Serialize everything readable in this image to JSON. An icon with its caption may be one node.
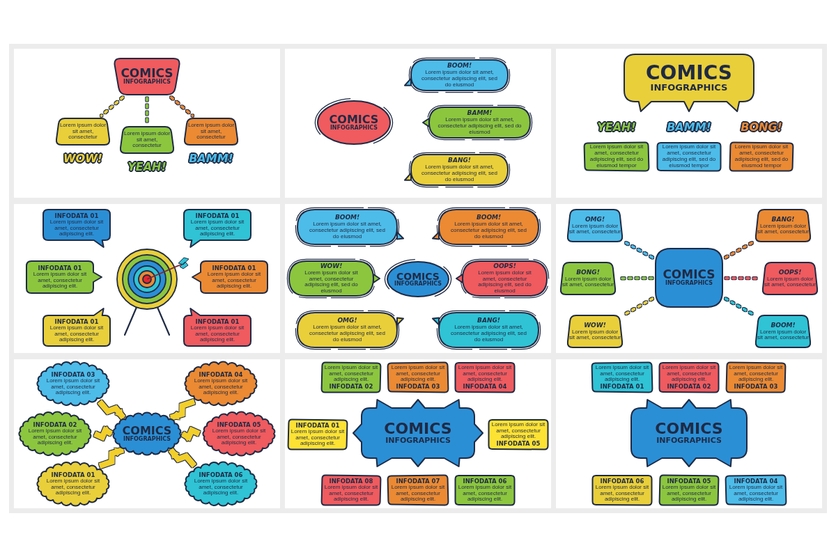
{
  "diagram": {
    "nodes": [
      {
        "text": [],
        "shape": "box"
      },
      {
        "text": [
          "COMICS",
          "INFOGRAPHICS"
        ],
        "in": 0
      },
      {
        "text": [
          "Lorem ipsum dolor sit amet, consectetur"
        ],
        "in": 0,
        "beside": [
          "WOW!"
        ]
      },
      {
        "text": [
          "Lorem ipsum dolor sit amet, consectetur"
        ],
        "in": 0,
        "beside": [
          "YEAH!"
        ]
      },
      {
        "text": [
          "Lorem ipsum dolor sit amet, consectetur"
        ],
        "in": 0,
        "beside": [
          "BAMM!"
        ]
      },
      {
        "text": [],
        "shape": "box"
      },
      {
        "text": [
          "BOOM!",
          "Lorem ipsum dolor sit amet, consectetur adipiscing elit, sed do eiusmod"
        ],
        "in": 5
      },
      {
        "text": [
          "COMICS",
          "INFOGRAPHICS"
        ],
        "in": 5
      },
      {
        "text": [
          "BAMM!",
          "Lorem ipsum dolor sit amet, consectetur adipiscing elit, sed do eiusmod"
        ],
        "in": 5
      },
      {
        "text": [
          "BANG!",
          "Lorem ipsum dolor sit amet, consectetur adipiscing elit, sed do eiusmod"
        ],
        "in": 5
      },
      {
        "text": [],
        "shape": "box"
      },
      {
        "text": [
          "COMICS",
          "INFOGRAPHICS"
        ],
        "in": 10
      },
      {
        "text": [
          "Lorem ipsum dolor sit amet, consectetur adipiscing elit, sed do eiusmod tempor"
        ],
        "in": 10,
        "beside": [
          "YEAH!"
        ]
      },
      {
        "text": [
          "Lorem ipsum dolor sit amet, consectetur adipiscing elit, sed do eiusmod tempor"
        ],
        "in": 10,
        "beside": [
          "BAMM!"
        ]
      },
      {
        "text": [
          "Lorem ipsum dolor sit amet, consectetur adipiscing elit, sed do eiusmod tempor"
        ],
        "in": 10,
        "beside": [
          "BONG!"
        ]
      },
      {
        "text": [],
        "shape": "box"
      },
      {
        "text": [
          "INFODATA 01",
          "Lorem ipsum dolor sit amet, consectetur adipiscing elit."
        ],
        "in": 15
      },
      {
        "text": [
          "INFODATA 01",
          "Lorem ipsum dolor sit amet, consectetur adipiscing elit."
        ],
        "in": 15
      },
      {
        "text": [
          "INFODATA 01",
          "Lorem ipsum dolor sit amet, consectetur adipiscing elit."
        ],
        "in": 15
      },
      {
        "text": [
          "INFODATA 01",
          "Lorem ipsum dolor sit amet, consectetur adipiscing elit."
        ],
        "in": 15
      },
      {
        "text": [
          "INFODATA 01",
          "Lorem ipsum dolor sit amet, consectetur adipiscing elit."
        ],
        "in": 15
      },
      {
        "text": [
          "INFODATA 01",
          "Lorem ipsum dolor sit amet, consectetur adipiscing elit."
        ],
        "in": 15
      },
      {
        "text": [],
        "shape": "box"
      },
      {
        "text": [
          "BOOM!",
          "Lorem ipsum dolor sit amet, consectetur adipiscing elit, sed do eiusmod"
        ],
        "in": 22
      },
      {
        "text": [
          "BOOM!",
          "Lorem ipsum dolor sit amet, consectetur adipiscing elit, sed do eiusmod"
        ],
        "in": 22
      },
      {
        "text": [
          "WOW!",
          "Lorem ipsum dolor sit amet, consectetur adipiscing elit, sed do eiusmod"
        ],
        "in": 22
      },
      {
        "text": [
          "COMICS",
          "INFOGRAPHICS"
        ],
        "in": 22
      },
      {
        "text": [
          "OOPS!",
          "Lorem ipsum dolor sit amet, consectetur adipiscing elit, sed do eiusmod"
        ],
        "in": 22
      },
      {
        "text": [
          "OMG!",
          "Lorem ipsum dolor sit amet, consectetur adipiscing elit, sed do eiusmod"
        ],
        "in": 22
      },
      {
        "text": [
          "BANG!",
          "Lorem ipsum dolor sit amet, consectetur adipiscing elit, sed do eiusmod"
        ],
        "in": 22
      },
      {
        "text": [],
        "shape": "box"
      },
      {
        "text": [
          "OMG!",
          "Lorem ipsum dolor sit amet, consectetur"
        ],
        "in": 30
      },
      {
        "text": [
          "BANG!",
          "Lorem ipsum dolor sit amet, consectetur"
        ],
        "in": 30
      },
      {
        "text": [
          "BONG!",
          "Lorem ipsum dolor sit amet, consectetur"
        ],
        "in": 30
      },
      {
        "text": [
          "COMICS",
          "INFOGRAPHICS"
        ],
        "in": 30
      },
      {
        "text": [
          "OOPS!",
          "Lorem ipsum dolor sit amet, consectetur"
        ],
        "in": 30
      },
      {
        "text": [
          "WOW!",
          "Lorem ipsum dolor sit amet, consectetur"
        ],
        "in": 30
      },
      {
        "text": [
          "BOOM!",
          "Lorem ipsum dolor sit amet, consectetur"
        ],
        "in": 30
      },
      {
        "text": [],
        "shape": "box"
      },
      {
        "text": [
          "INFODATA 03",
          "Lorem ipsum dolor sit amet, consectetur adipiscing elit."
        ],
        "in": 38
      },
      {
        "text": [
          "INFODATA 04",
          "Lorem ipsum dolor sit amet, consectetur adipiscing elit."
        ],
        "in": 38
      },
      {
        "text": [
          "INFODATA 02",
          "Lorem ipsum dolor sit amet, consectetur adipiscing elit."
        ],
        "in": 38
      },
      {
        "text": [
          "COMICS",
          "INFOGRAPHICS"
        ],
        "in": 38
      },
      {
        "text": [
          "INFODATA 05",
          "Lorem ipsum dolor sit amet, consectetur adipiscing elit."
        ],
        "in": 38
      },
      {
        "text": [
          "INFODATA 01",
          "Lorem ipsum dolor sit amet, consectetur adipiscing elit."
        ],
        "in": 38
      },
      {
        "text": [
          "INFODATA 06",
          "Lorem ipsum dolor sit amet, consectetur adipiscing elit."
        ],
        "in": 38
      },
      {
        "text": [],
        "shape": "box"
      },
      {
        "text": [
          "Lorem ipsum dolor sit amet, consectetur adipiscing elit.",
          "INFODATA 02"
        ],
        "in": 46
      },
      {
        "text": [
          "Lorem ipsum dolor sit amet, consectetur adipiscing elit.",
          "INFODATA 03"
        ],
        "in": 46
      },
      {
        "text": [
          "Lorem ipsum dolor sit amet, consectetur adipiscing elit.",
          "INFODATA 04"
        ],
        "in": 46
      },
      {
        "text": [
          "INFODATA 01",
          "Lorem ipsum dolor sit amet, consectetur adipiscing elit."
        ],
        "in": 46
      },
      {
        "text": [
          "COMICS",
          "INFOGRAPHICS"
        ],
        "in": 46
      },
      {
        "text": [
          "Lorem ipsum dolor sit amet, consectetur adipiscing elit.",
          "INFODATA 05"
        ],
        "in": 46
      },
      {
        "text": [
          "INFODATA 08",
          "Lorem ipsum dolor sit amet, consectetur adipiscing elit."
        ],
        "in": 46
      },
      {
        "text": [
          "INFODATA 07",
          "Lorem ipsum dolor sit amet, consectetur adipiscing elit."
        ],
        "in": 46
      },
      {
        "text": [
          "INFODATA 06",
          "Lorem ipsum dolor sit amet, consectetur adipiscing elit."
        ],
        "in": 46
      },
      {
        "text": [],
        "shape": "box"
      },
      {
        "text": [
          "Lorem ipsum dolor sit amet, consectetur adipiscing elit.",
          "INFODATA 01"
        ],
        "in": 56
      },
      {
        "text": [
          "Lorem ipsum dolor sit amet, consectetur adipiscing elit.",
          "INFODATA 02"
        ],
        "in": 56
      },
      {
        "text": [
          "Lorem ipsum dolor sit amet, consectetur adipiscing elit.",
          "INFODATA 03"
        ],
        "in": 56
      },
      {
        "text": [
          "COMICS",
          "INFOGRAPHICS"
        ],
        "in": 56
      },
      {
        "text": [
          "INFODATA 06",
          "Lorem ipsum dolor sit amet, consectetur adipiscing elit."
        ],
        "in": 56
      },
      {
        "text": [
          "INFODATA 05",
          "Lorem ipsum dolor sit amet, consectetur adipiscing elit."
        ],
        "in": 56
      },
      {
        "text": [
          "INFODATA 04",
          "Lorem ipsum dolor sit amet, consectetur adipiscing elit."
        ],
        "in": 56
      }
    ],
    "edges": [
      {
        "from": 1,
        "to": 2,
        "arrow": "none",
        "style": "dashed",
        "color": "#e9cf3a"
      },
      {
        "from": 1,
        "to": 3,
        "arrow": "none",
        "style": "dashed",
        "color": "#8cc63f"
      },
      {
        "from": 1,
        "to": 4,
        "arrow": "none",
        "style": "dashed",
        "color": "#eb8a33"
      },
      {
        "from": 34,
        "to": 31,
        "arrow": "none",
        "style": "dashed",
        "color": "#4dbce9"
      },
      {
        "from": 34,
        "to": 32,
        "arrow": "none",
        "style": "dashed",
        "color": "#eb8a33"
      },
      {
        "from": 34,
        "to": 33,
        "arrow": "none",
        "style": "dashed",
        "color": "#8cc63f"
      },
      {
        "from": 34,
        "to": 35,
        "arrow": "none",
        "style": "dashed",
        "color": "#ef5b5f"
      },
      {
        "from": 34,
        "to": 36,
        "arrow": "none",
        "style": "dashed",
        "color": "#e9cf3a"
      },
      {
        "from": 34,
        "to": 37,
        "arrow": "none",
        "style": "dashed",
        "color": "#2fc3d5"
      },
      {
        "from": 39,
        "to": 42,
        "arrow": "to",
        "style": "thick",
        "color": "#f2cf2c"
      },
      {
        "from": 40,
        "to": 42,
        "arrow": "to",
        "style": "thick",
        "color": "#f2cf2c"
      },
      {
        "from": 41,
        "to": 42,
        "arrow": "to",
        "style": "thick",
        "color": "#f2cf2c"
      },
      {
        "from": 43,
        "to": 42,
        "arrow": "to",
        "style": "thick",
        "color": "#f2cf2c"
      },
      {
        "from": 44,
        "to": 42,
        "arrow": "to",
        "style": "thick",
        "color": "#f2cf2c"
      },
      {
        "from": 45,
        "to": 42,
        "arrow": "to",
        "style": "thick",
        "color": "#f2cf2c"
      }
    ]
  }
}
